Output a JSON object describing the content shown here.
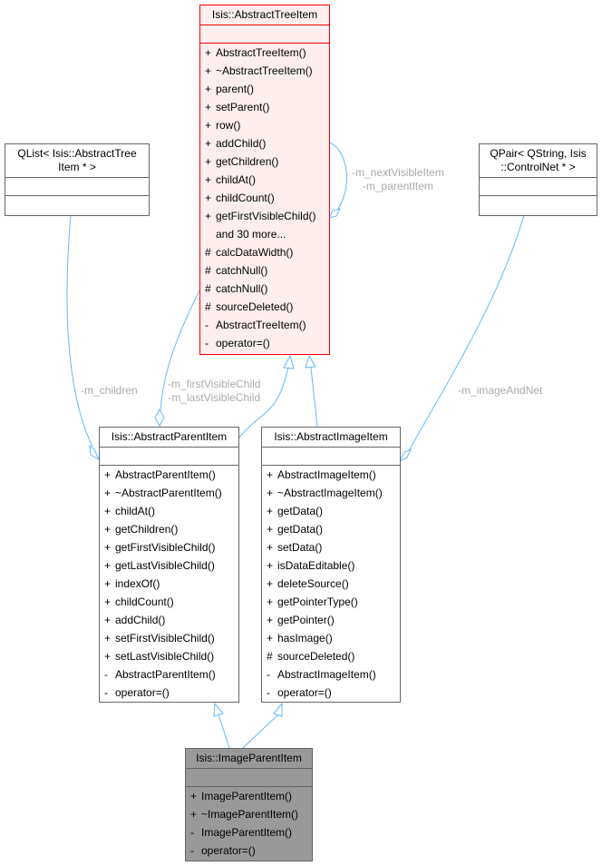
{
  "classes": {
    "tree": {
      "title": "Isis::AbstractTreeItem",
      "members": [
        {
          "vis": "+",
          "name": "AbstractTreeItem()"
        },
        {
          "vis": "+",
          "name": "~AbstractTreeItem()"
        },
        {
          "vis": "+",
          "name": "parent()"
        },
        {
          "vis": "+",
          "name": "setParent()"
        },
        {
          "vis": "+",
          "name": "row()"
        },
        {
          "vis": "+",
          "name": "addChild()"
        },
        {
          "vis": "+",
          "name": "getChildren()"
        },
        {
          "vis": "+",
          "name": "childAt()"
        },
        {
          "vis": "+",
          "name": "childCount()"
        },
        {
          "vis": "+",
          "name": "getFirstVisibleChild()"
        },
        {
          "vis": "",
          "name": "and 30 more..."
        },
        {
          "vis": "#",
          "name": "calcDataWidth()"
        },
        {
          "vis": "#",
          "name": "catchNull()"
        },
        {
          "vis": "#",
          "name": "catchNull()"
        },
        {
          "vis": "#",
          "name": "sourceDeleted()"
        },
        {
          "vis": "-",
          "name": "AbstractTreeItem()"
        },
        {
          "vis": "-",
          "name": "operator=()"
        }
      ]
    },
    "qlist": {
      "title": "QList< Isis::AbstractTree\nItem * >",
      "members": []
    },
    "qpair": {
      "title": "QPair< QString, Isis\n::ControlNet * >",
      "members": []
    },
    "parent": {
      "title": "Isis::AbstractParentItem",
      "members": [
        {
          "vis": "+",
          "name": "AbstractParentItem()"
        },
        {
          "vis": "+",
          "name": "~AbstractParentItem()"
        },
        {
          "vis": "+",
          "name": "childAt()"
        },
        {
          "vis": "+",
          "name": "getChildren()"
        },
        {
          "vis": "+",
          "name": "getFirstVisibleChild()"
        },
        {
          "vis": "+",
          "name": "getLastVisibleChild()"
        },
        {
          "vis": "+",
          "name": "indexOf()"
        },
        {
          "vis": "+",
          "name": "childCount()"
        },
        {
          "vis": "+",
          "name": "addChild()"
        },
        {
          "vis": "+",
          "name": "setFirstVisibleChild()"
        },
        {
          "vis": "+",
          "name": "setLastVisibleChild()"
        },
        {
          "vis": "-",
          "name": "AbstractParentItem()"
        },
        {
          "vis": "-",
          "name": "operator=()"
        }
      ]
    },
    "image": {
      "title": "Isis::AbstractImageItem",
      "members": [
        {
          "vis": "+",
          "name": "AbstractImageItem()"
        },
        {
          "vis": "+",
          "name": "~AbstractImageItem()"
        },
        {
          "vis": "+",
          "name": "getData()"
        },
        {
          "vis": "+",
          "name": "getData()"
        },
        {
          "vis": "+",
          "name": "setData()"
        },
        {
          "vis": "+",
          "name": "isDataEditable()"
        },
        {
          "vis": "+",
          "name": "deleteSource()"
        },
        {
          "vis": "+",
          "name": "getPointerType()"
        },
        {
          "vis": "+",
          "name": "getPointer()"
        },
        {
          "vis": "+",
          "name": "hasImage()"
        },
        {
          "vis": "#",
          "name": "sourceDeleted()"
        },
        {
          "vis": "-",
          "name": "AbstractImageItem()"
        },
        {
          "vis": "-",
          "name": "operator=()"
        }
      ]
    },
    "imageparent": {
      "title": "Isis::ImageParentItem",
      "members": [
        {
          "vis": "+",
          "name": "ImageParentItem()"
        },
        {
          "vis": "+",
          "name": "~ImageParentItem()"
        },
        {
          "vis": "-",
          "name": "ImageParentItem()"
        },
        {
          "vis": "-",
          "name": "operator=()"
        }
      ]
    }
  },
  "edge_labels": {
    "self": "-m_nextVisibleItem\n-m_parentItem",
    "children": "-m_children",
    "visible": "-m_firstVisibleChild\n-m_lastVisibleChild",
    "imageandnet": "-m_imageAndNet"
  },
  "colors": {
    "edge": "#63b8ff",
    "highlight_border": "#ff0000",
    "highlight_fill": "#feeeee",
    "focus_fill": "#999999",
    "border": "#666666",
    "label": "#aaaaaa"
  }
}
